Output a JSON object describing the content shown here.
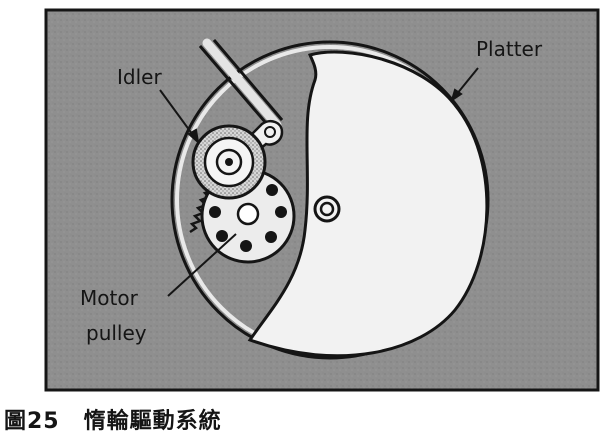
{
  "labels": {
    "platter": "Platter",
    "idler": "Idler",
    "motor_line1": "Motor",
    "motor_line2": "pulley"
  },
  "caption": {
    "figure_number": "圖25",
    "title": "惰輪驅動系統"
  },
  "colors": {
    "background_panel": "#8c8c8c",
    "platter_fill": "#f2f2f2",
    "ink": "#151515"
  }
}
